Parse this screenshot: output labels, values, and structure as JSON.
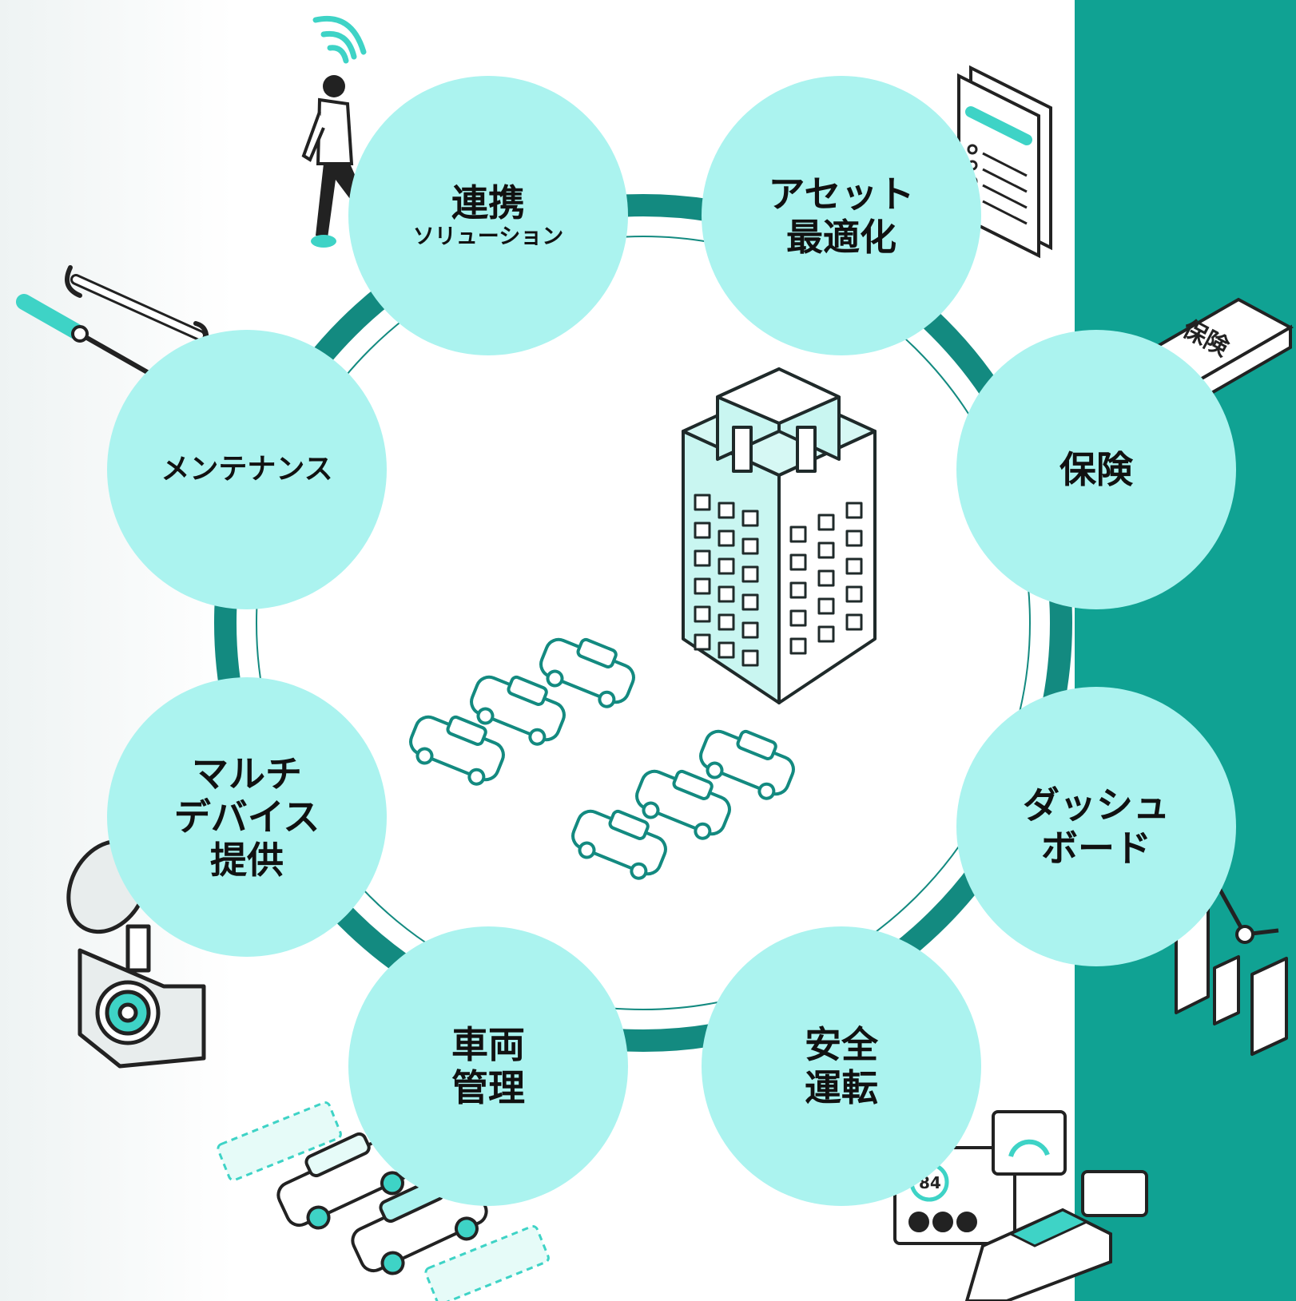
{
  "colors": {
    "accent_dark": "#10a293",
    "ring_dark": "#138a80",
    "node_fill": "#abf3ef",
    "building_fill": "#c9f6f1",
    "building_accent": "#3ed3c6",
    "outline": "#1f2a2a"
  },
  "nodes": {
    "renkei": {
      "line1": "連携",
      "line2": "ソリューション"
    },
    "asset": {
      "line1": "アセット",
      "line2": "最適化"
    },
    "hoken": {
      "line1": "保険"
    },
    "dashboard": {
      "line1": "ダッシュ",
      "line2": "ボード"
    },
    "anzen": {
      "line1": "安全",
      "line2": "運転"
    },
    "sharyo": {
      "line1": "車両",
      "line2": "管理"
    },
    "multi": {
      "line1": "マルチ",
      "line2": "デバイス",
      "line3": "提供"
    },
    "maintenance": {
      "line1": "メンテナンス"
    }
  },
  "illustrations": {
    "document_stack_label": "保険",
    "safety_score_value": "84",
    "icons": [
      "walking-person-phone-icon",
      "document-list-icon",
      "insurance-papers-icon",
      "bar-chart-icon",
      "safety-score-dashboard-icon",
      "parked-cars-icon",
      "dashcam-icon",
      "wrench-screwdriver-icon",
      "office-building-icon",
      "fleet-cars-icon"
    ]
  }
}
